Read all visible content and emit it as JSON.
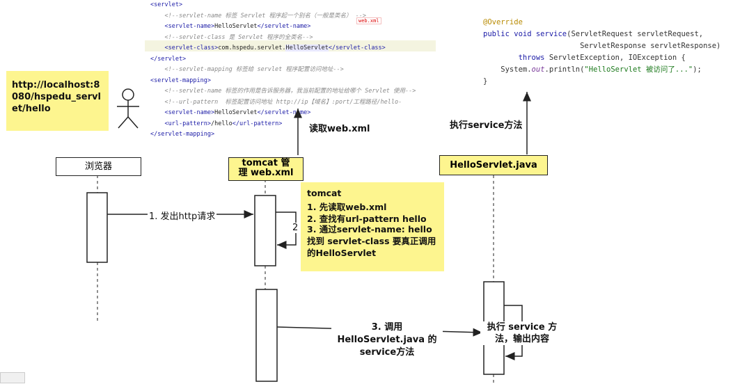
{
  "xml_code": {
    "lines": [
      [
        {
          "t": "<servlet>",
          "c": "tag"
        }
      ],
      [
        {
          "t": "    ",
          "c": "txt"
        },
        {
          "t": "<!--servlet-name 标签 Servlet 程序起一个别名（一般是类名） -->",
          "c": "cmt"
        }
      ],
      [
        {
          "t": "    ",
          "c": "txt"
        },
        {
          "t": "<servlet-name>",
          "c": "tag"
        },
        {
          "t": "HelloServlet",
          "c": "txt"
        },
        {
          "t": "</servlet-name>",
          "c": "tag"
        }
      ],
      [
        {
          "t": "    ",
          "c": "txt"
        },
        {
          "t": "<!--servlet-class 是 Servlet 程序的全类名-->",
          "c": "cmt"
        }
      ],
      [
        {
          "t": "    ",
          "c": "txt"
        },
        {
          "t": "<servlet-class>",
          "c": "tag"
        },
        {
          "t": "com.hspedu.servlet.",
          "c": "txt"
        },
        {
          "t": "HelloServlet",
          "c": "txt",
          "sel": true
        },
        {
          "t": "</servlet-class>",
          "c": "tag"
        }
      ],
      [
        {
          "t": "</servlet>",
          "c": "tag"
        }
      ],
      [
        {
          "t": "    ",
          "c": "txt"
        },
        {
          "t": "<!--servlet-mapping 标签给 servlet 程序配置访问地址-->",
          "c": "cmt"
        }
      ],
      [
        {
          "t": "<servlet-mapping>",
          "c": "tag"
        }
      ],
      [
        {
          "t": "    ",
          "c": "txt"
        },
        {
          "t": "<!--servlet-name 标签的作用是告诉服务器，我当前配置的地址给哪个 Servlet 使用-->",
          "c": "cmt"
        }
      ],
      [
        {
          "t": "    ",
          "c": "txt"
        },
        {
          "t": "<!--url-pattern  标签配置访问地址 http://ip【域名】:port/工程路径/hello-",
          "c": "cmt"
        }
      ],
      [
        {
          "t": "    ",
          "c": "txt"
        },
        {
          "t": "<servlet-name>",
          "c": "tag"
        },
        {
          "t": "HelloServlet",
          "c": "txt"
        },
        {
          "t": "</servlet-name>",
          "c": "tag"
        }
      ],
      [
        {
          "t": "    ",
          "c": "txt"
        },
        {
          "t": "<url-pattern>",
          "c": "tag"
        },
        {
          "t": "/hello",
          "c": "txt"
        },
        {
          "t": "</url-pattern>",
          "c": "tag"
        }
      ],
      [
        {
          "t": "</servlet-mapping>",
          "c": "tag"
        }
      ]
    ],
    "highlight_line": 4,
    "side_label": "web.xml"
  },
  "java_code": {
    "lines": [
      [
        {
          "t": "@Override",
          "c": "ann"
        }
      ],
      [
        {
          "t": "public void ",
          "c": "kw"
        },
        {
          "t": "service",
          "c": "kw"
        },
        {
          "t": "(ServletRequest servletRequest,",
          "c": "gr"
        }
      ],
      [
        {
          "t": "                      ServletResponse servletResponse)",
          "c": "gr"
        }
      ],
      [
        {
          "t": "        throws ",
          "c": "kw"
        },
        {
          "t": "ServletException, IOException {",
          "c": "gr"
        }
      ],
      [
        {
          "t": "    System.",
          "c": "gr"
        },
        {
          "t": "out",
          "c": "it"
        },
        {
          "t": ".println(",
          "c": "gr"
        },
        {
          "t": "\"HelloServlet 被访问了...\"",
          "c": "str"
        },
        {
          "t": ");",
          "c": "gr"
        }
      ],
      [
        {
          "t": "}",
          "c": "gr"
        }
      ]
    ]
  },
  "notes": {
    "url_note": "http://localhost:8080/hspedu_servlet/hello",
    "tomcat_note": {
      "title": "tomcat",
      "steps": [
        "1. 先读取web.xml",
        "2. 查找有url-pattern hello",
        "3. 通过servlet-name: hello 找到 servlet-class  要真正调用的HelloServlet"
      ]
    }
  },
  "lifelines": {
    "browser": "浏览器",
    "tomcat": "tomcat 管理 web.xml",
    "servlet": "HelloServlet.java"
  },
  "messages": {
    "send_http": "1. 发出http请求",
    "self_call_num": "2",
    "read_webxml": "读取web.xml",
    "exec_service": "执行service方法",
    "call_service": "3. 调用HelloServlet.java 的service方法",
    "exec_output": "执行 service 方法，输出内容"
  }
}
